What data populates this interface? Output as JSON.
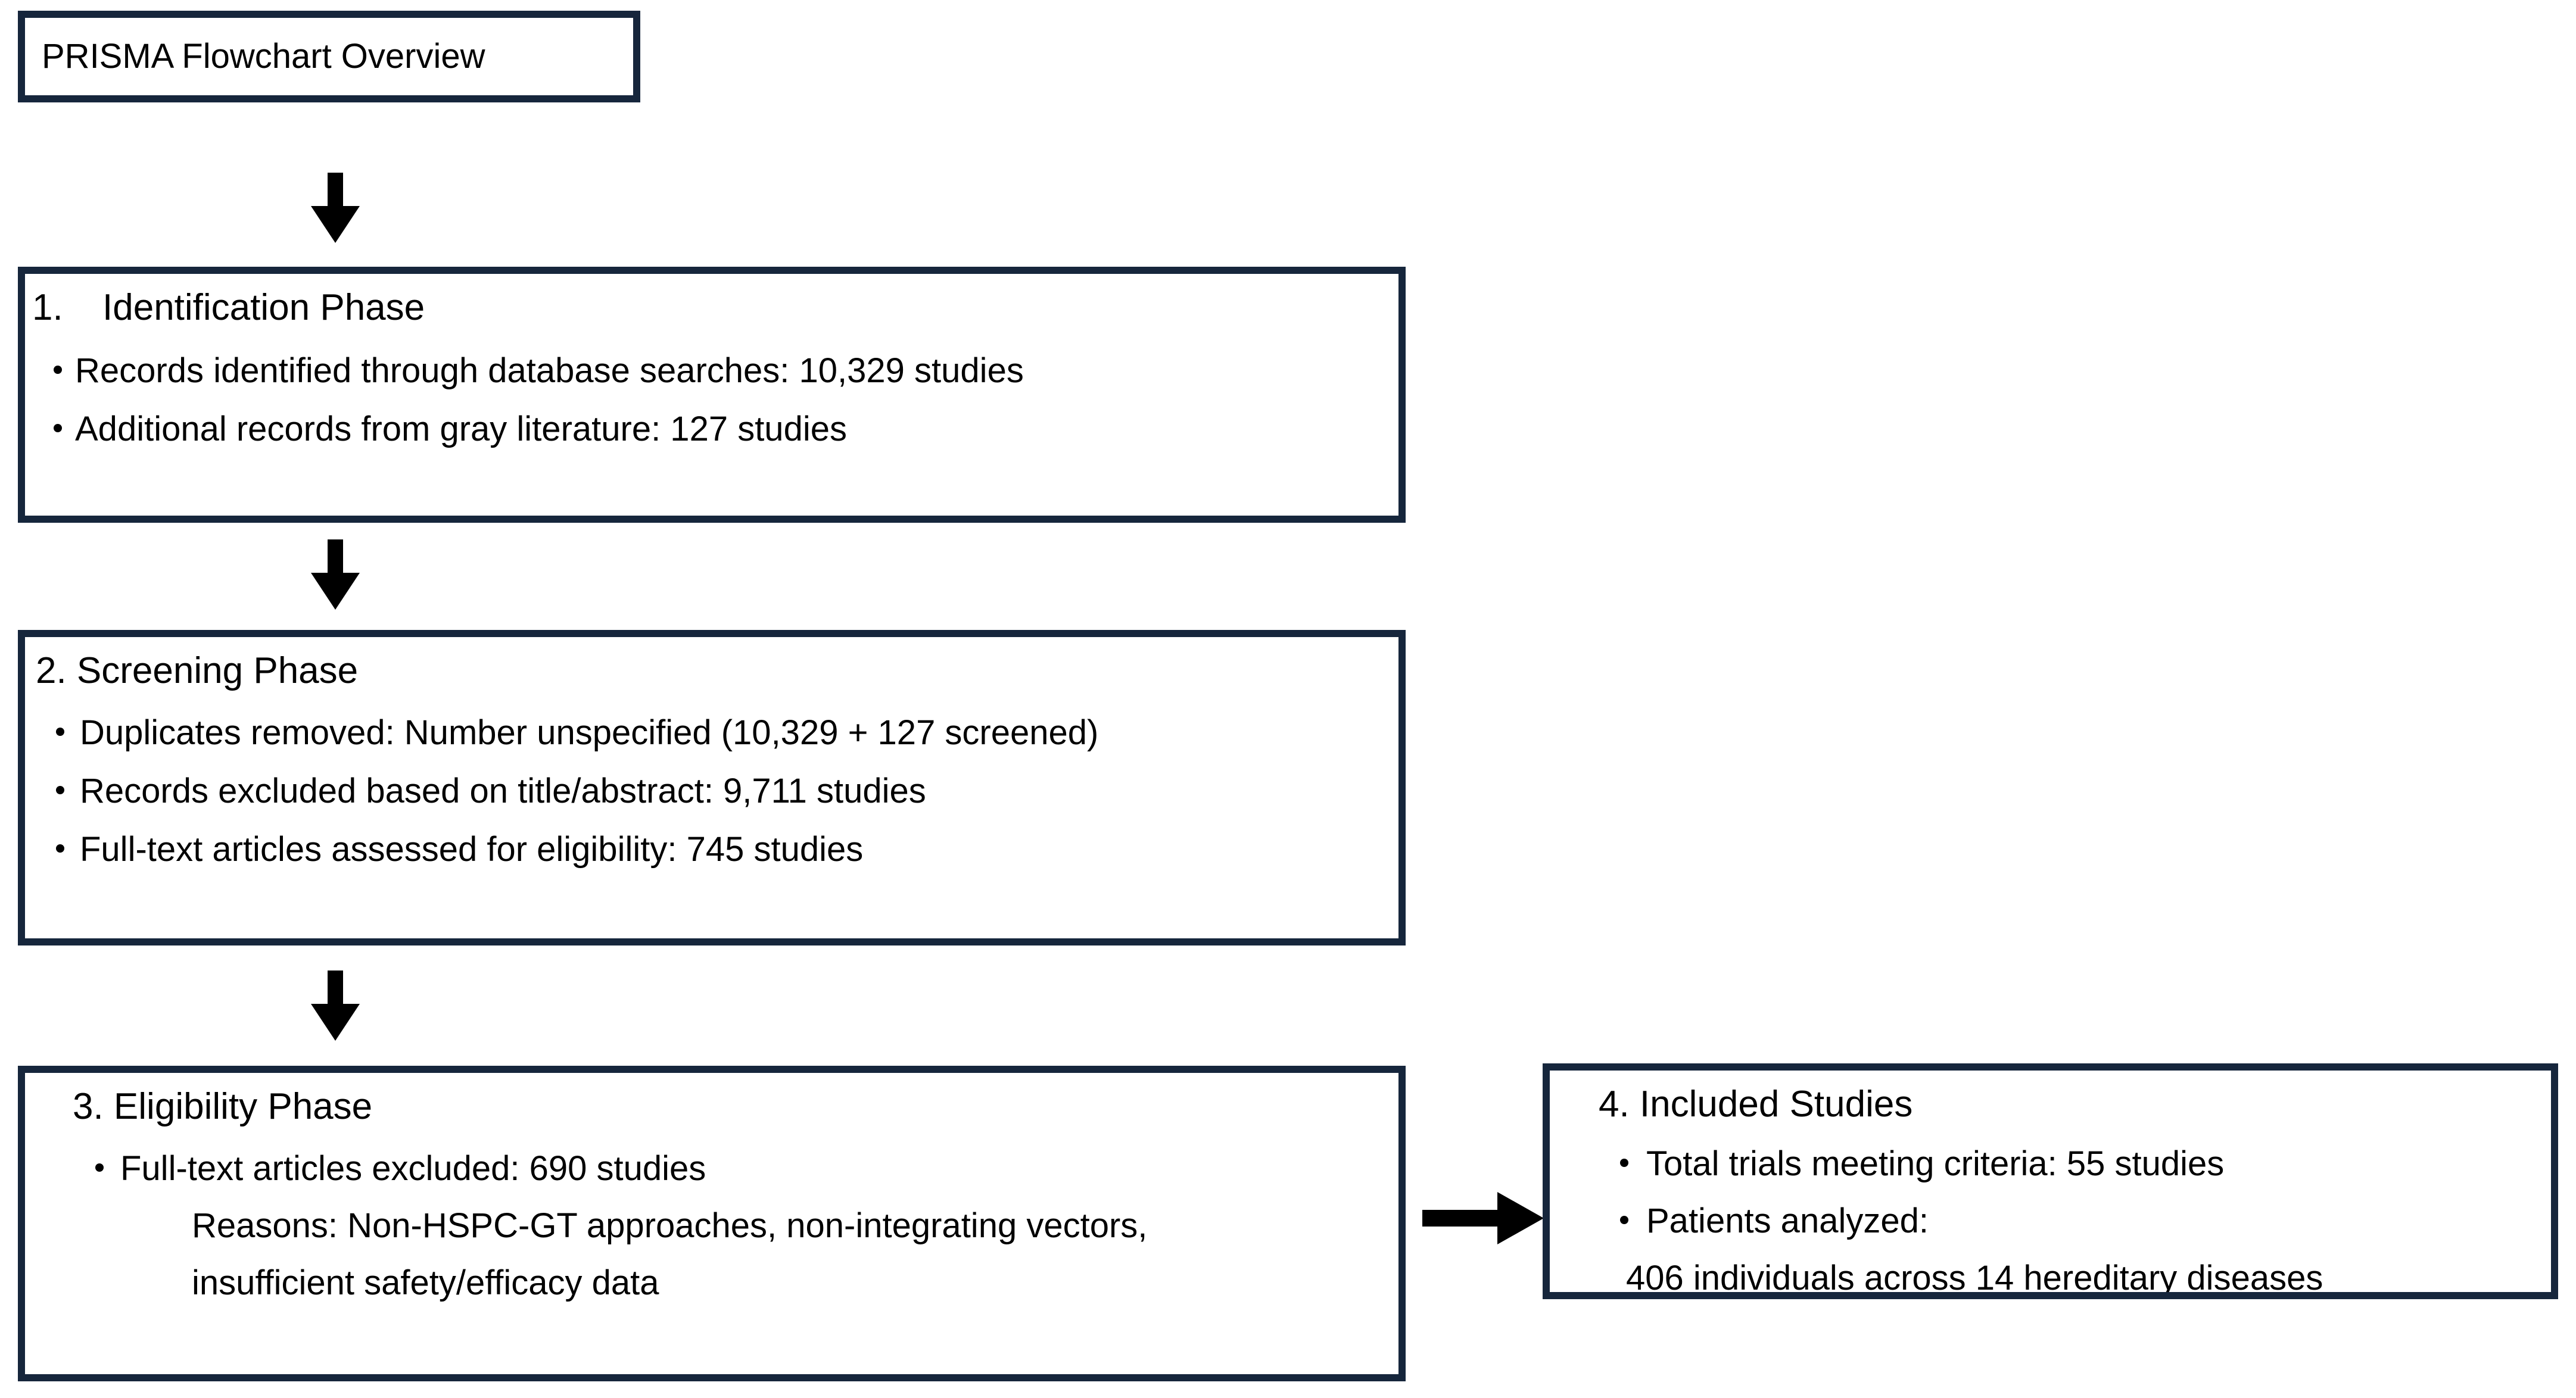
{
  "figure": {
    "kind": "prisma-flowchart",
    "stroke_color": "#16263c",
    "text_color": "#000000",
    "background": "#ffffff"
  },
  "title_box": {
    "label": "PRISMA Flowchart Overview"
  },
  "identification": {
    "number": "1.",
    "heading": "Identification Phase",
    "bullets": [
      "Records identified through database searches: 10,329 studies",
      " Additional records from gray literature: 127 studies"
    ]
  },
  "screening": {
    "heading": "2. Screening Phase",
    "bullets": [
      "Duplicates removed: Number unspecified (10,329 + 127 screened)",
      "Records excluded based on title/abstract: 9,711 studies",
      "Full-text articles assessed for eligibility: 745 studies"
    ]
  },
  "eligibility": {
    "heading": "3. Eligibility Phase",
    "bullets": [
      "Full-text articles excluded: 690 studies"
    ],
    "reasons_line_1": "Reasons: Non-HSPC-GT approaches, non-integrating vectors,",
    "reasons_line_2": "insufficient safety/efficacy data"
  },
  "included": {
    "heading": "4. Included Studies",
    "bullets": [
      "Total trials meeting criteria: 55 studies",
      "Patients analyzed:"
    ],
    "patients_detail": "406 individuals across 14 hereditary diseases"
  },
  "connectors": {
    "arrow_title_to_identification": "down-arrow",
    "arrow_identification_to_screening": "down-arrow",
    "arrow_screening_to_eligibility": "down-arrow",
    "arrow_eligibility_to_included": "right-arrow"
  }
}
